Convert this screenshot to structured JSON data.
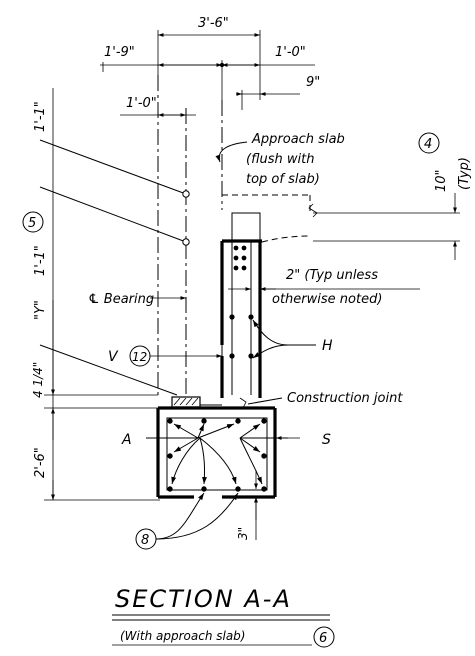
{
  "dims": {
    "top_total": "3'-6\"",
    "left_offset": "1'-9\"",
    "right_offset": "1'-0\"",
    "nine_inch": "9\"",
    "bearing_offset": "1'-0\"",
    "left_top": "1'-1\"",
    "left_mid": "1'-1\"",
    "left_y": "\"Y\"",
    "left_quarter": "4 1/4\"",
    "left_bottom": "2'-6\"",
    "right_ten": "10\"",
    "right_typ": "(Typ)",
    "three_inch": "3\"",
    "two_inch_line1": "2\" (Typ unless",
    "two_inch_line2": "otherwise noted)"
  },
  "labels": {
    "approach_slab_1": "Approach slab",
    "approach_slab_2": "(flush with",
    "approach_slab_3": "top of slab)",
    "bearing": "℄ Bearing",
    "construction_joint": "Construction joint",
    "bar_v": "V",
    "bar_h": "H",
    "bar_a": "A",
    "bar_s": "S"
  },
  "callouts": {
    "c4": "4",
    "c5": "5",
    "c12": "12",
    "c8": "8",
    "c6": "6"
  },
  "title": {
    "main": "SECTION A-A",
    "sub": "(With approach slab)"
  }
}
